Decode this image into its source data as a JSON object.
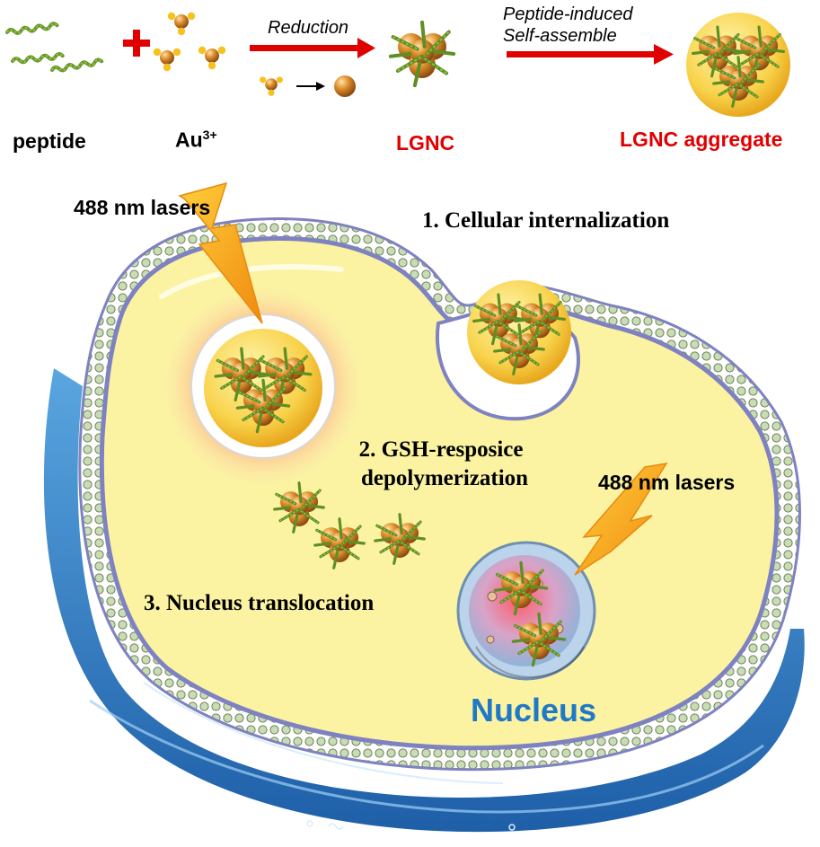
{
  "figure": {
    "top_row": {
      "peptide_label": "peptide",
      "au_label_base": "Au",
      "au_label_sup": "3+",
      "reduction_label": "Reduction",
      "self_assemble_line1": "Peptide-induced",
      "self_assemble_line2": "Self-assemble",
      "lgnc_label": "LGNC",
      "lgnc_aggregate_label": "LGNC aggregate"
    },
    "cell": {
      "laser_label_1": "488 nm lasers",
      "laser_label_2": "488 nm lasers",
      "step1": "1. Cellular internalization",
      "step2_line1": "2. GSH-resposice",
      "step2_line2": "depolymerization",
      "step3": "3. Nucleus translocation",
      "nucleus_label": "Nucleus"
    },
    "colors": {
      "highlight_red": "#e00000",
      "nucleus_blue": "#1f78c8",
      "cytoplasm_yellow": "#fbf3a2",
      "membrane_purple": "#7f82c0",
      "base_blue": "#2f7fc4",
      "gold": "#d88a2a",
      "peptide_green": "#6a9a2a"
    }
  }
}
